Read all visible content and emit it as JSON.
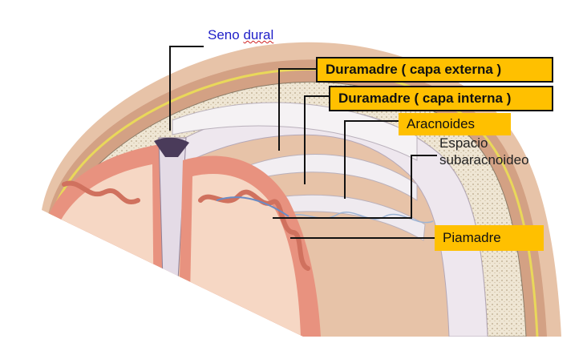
{
  "labels": {
    "seno_dural": "Seno dural",
    "seno_word1": "Seno",
    "seno_word2": "dural",
    "duramadre_externa": "Duramadre  (  capa  externa )",
    "duramadre_interna": "Duramadre  (  capa  interna )",
    "aracnoides": "Aracnoides",
    "espacio_line1": "Espacio",
    "espacio_line2": "subaracnoideo",
    "piamadre": "Piamadre"
  },
  "colors": {
    "label_box": "#ffc000",
    "seno_text": "#1f1fc8",
    "scalp_outer": "#e7c3a8",
    "scalp_inner": "#d3a184",
    "bone": "#efe6d4",
    "dura": "#efe8ef",
    "brain_gray": "#e8927f",
    "brain_white": "#f6d7c4",
    "leader_line": "#111111"
  }
}
